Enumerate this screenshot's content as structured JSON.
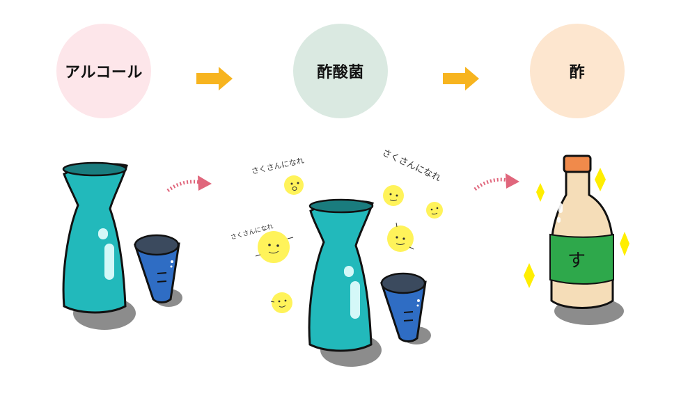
{
  "stages": [
    {
      "label": "アルコール",
      "color": "#fde6ea"
    },
    {
      "label": "酢酸菌",
      "color": "#dae9e1"
    },
    {
      "label": "酢",
      "color": "#fde6cf"
    }
  ],
  "arrow_color": "#f7b41f",
  "curve_arrow_color": "#e0667c",
  "bacteria_phrase": "さくさんになれ",
  "bottle_label": "す",
  "colors": {
    "tokkuri": "#22b9bb",
    "tokkuri_dark": "#1a7c7e",
    "cup": "#2f6dc4",
    "cup_rim": "#3b4a5e",
    "bacteria": "#fff35a",
    "bottle_body": "#f5ddb8",
    "bottle_label": "#2ea84b",
    "bottle_cap": "#f08a4b",
    "sparkle": "#ffee00",
    "shadow": "#8c8c8c"
  }
}
